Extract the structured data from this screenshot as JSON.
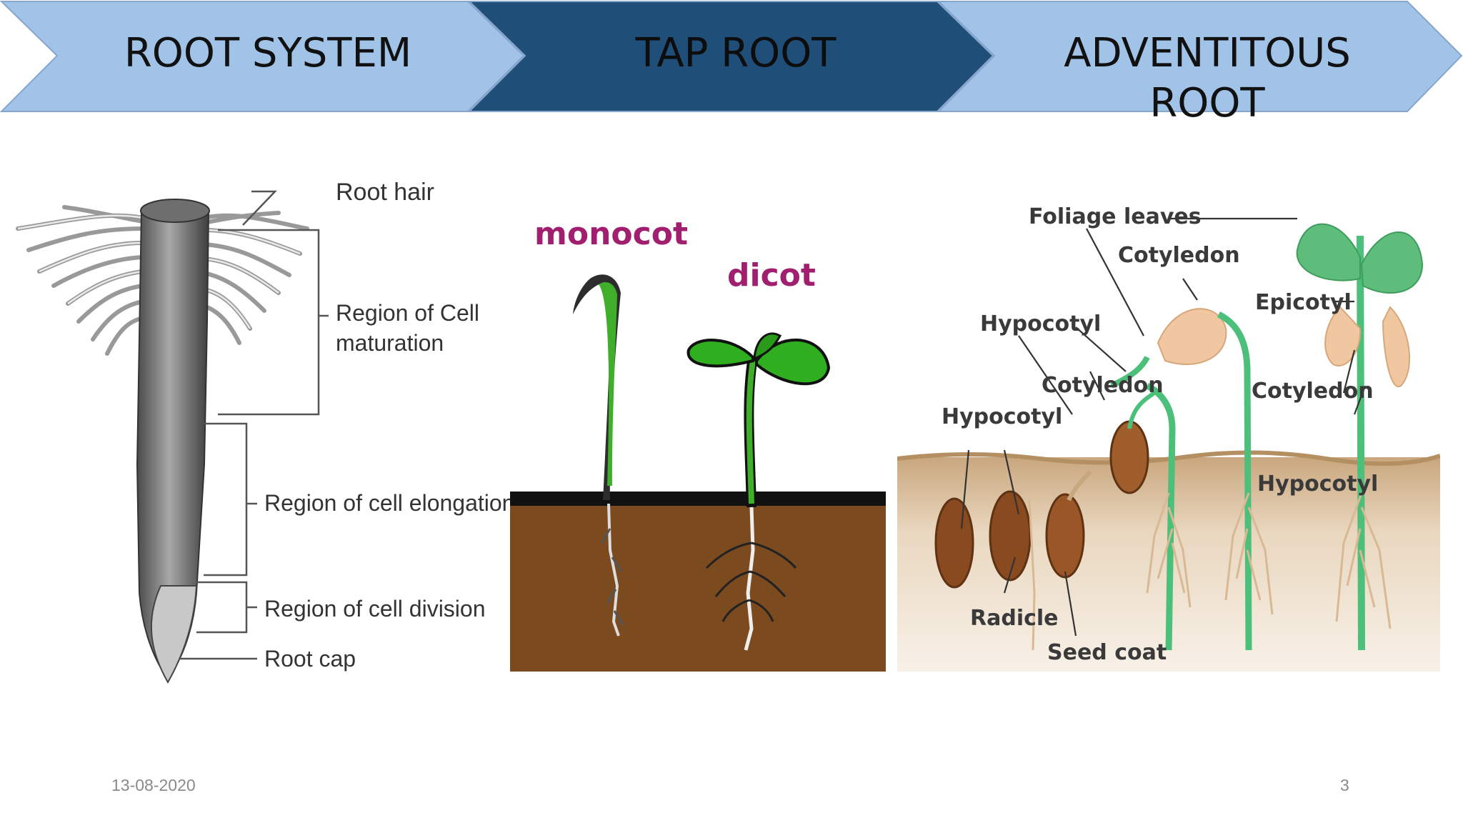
{
  "header": {
    "steps": [
      "ROOT SYSTEM",
      "TAP ROOT",
      "ADVENTITOUS ROOT"
    ],
    "colors": {
      "light": "#9ec0e7",
      "dark": "#1f4e79",
      "outline": "#8aa8cf"
    }
  },
  "panel1": {
    "labels": {
      "root_hair": "Root hair",
      "region_maturation_1": "Region of Cell",
      "region_maturation_2": "maturation",
      "region_elongation": "Region of cell elongation",
      "region_division": "Region of cell division",
      "root_cap": "Root cap"
    }
  },
  "panel2": {
    "labels": {
      "monocot": "monocot",
      "dicot": "dicot"
    },
    "colors": {
      "soil": "#7b4a1e",
      "ground_line": "#111111",
      "monocot_label": "#a01f6e",
      "dicot_label": "#a01f6e",
      "leaf": "#2fae1f"
    }
  },
  "panel3": {
    "labels": {
      "foliage_leaves": "Foliage leaves",
      "cotyledon_top": "Cotyledon",
      "epicotyl": "Epicotyl",
      "hypocotyl_mid": "Hypocotyl",
      "cotyledon_mid": "Cotyledon",
      "hypocotyl_left": "Hypocotyl",
      "cotyledon_right": "Cotyledon",
      "hypocotyl_right": "Hypocotyl",
      "radicle": "Radicle",
      "seed_coat": "Seed coat"
    }
  },
  "footer": {
    "date": "13-08-2020",
    "page": "3"
  }
}
